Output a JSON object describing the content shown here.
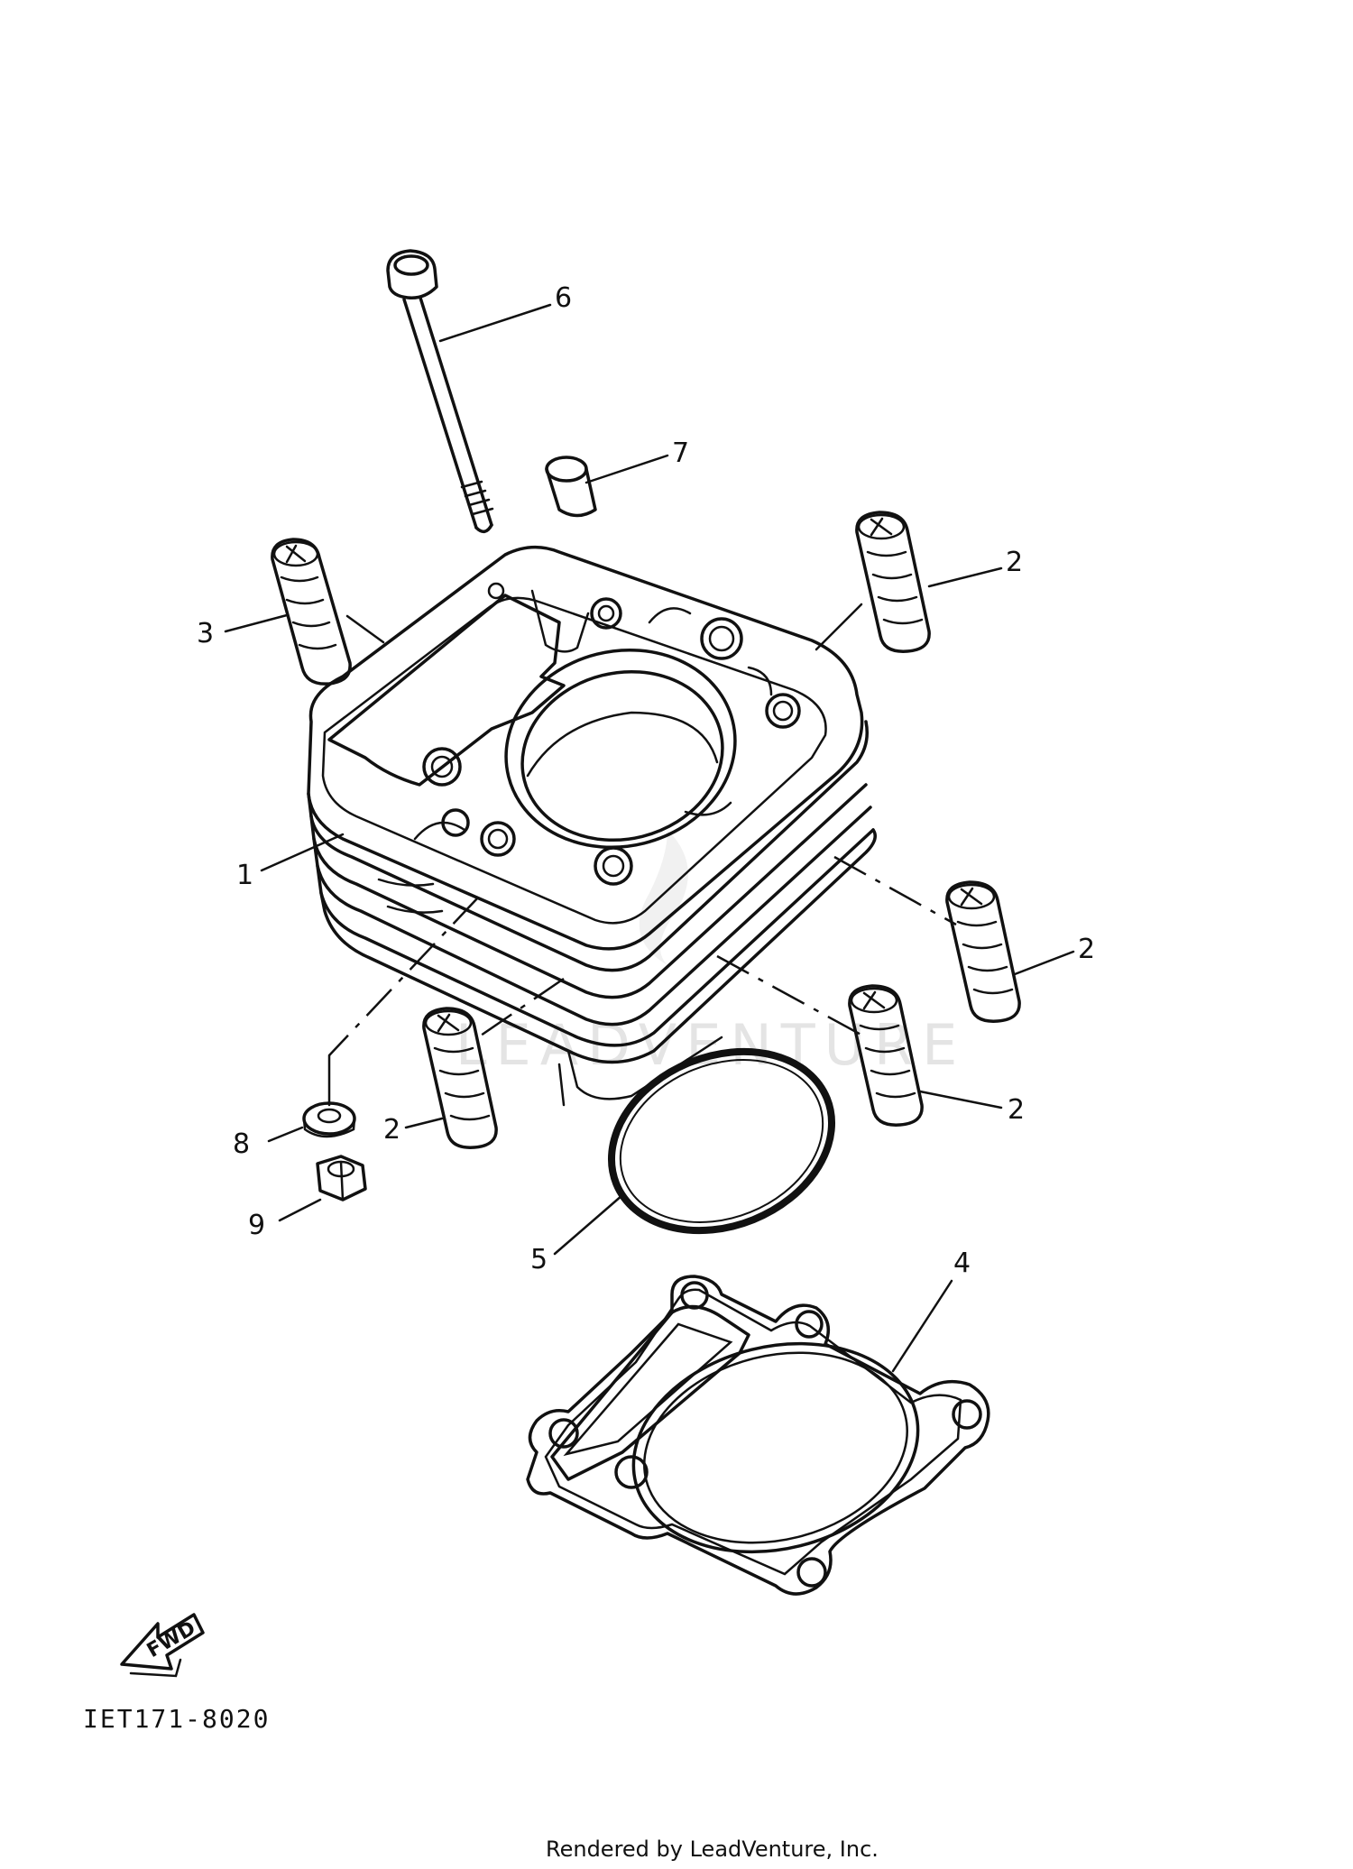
{
  "diagram": {
    "watermark": "LEADVENTURE",
    "direction_label": "FWD",
    "diagram_code": "IET171-8020",
    "credit": "Rendered by LeadVenture, Inc.",
    "callouts": {
      "c1": "1",
      "c2a": "2",
      "c2b": "2",
      "c2c": "2",
      "c2d": "2",
      "c3": "3",
      "c4": "4",
      "c5": "5",
      "c6": "6",
      "c7": "7",
      "c8": "8",
      "c9": "9"
    }
  }
}
